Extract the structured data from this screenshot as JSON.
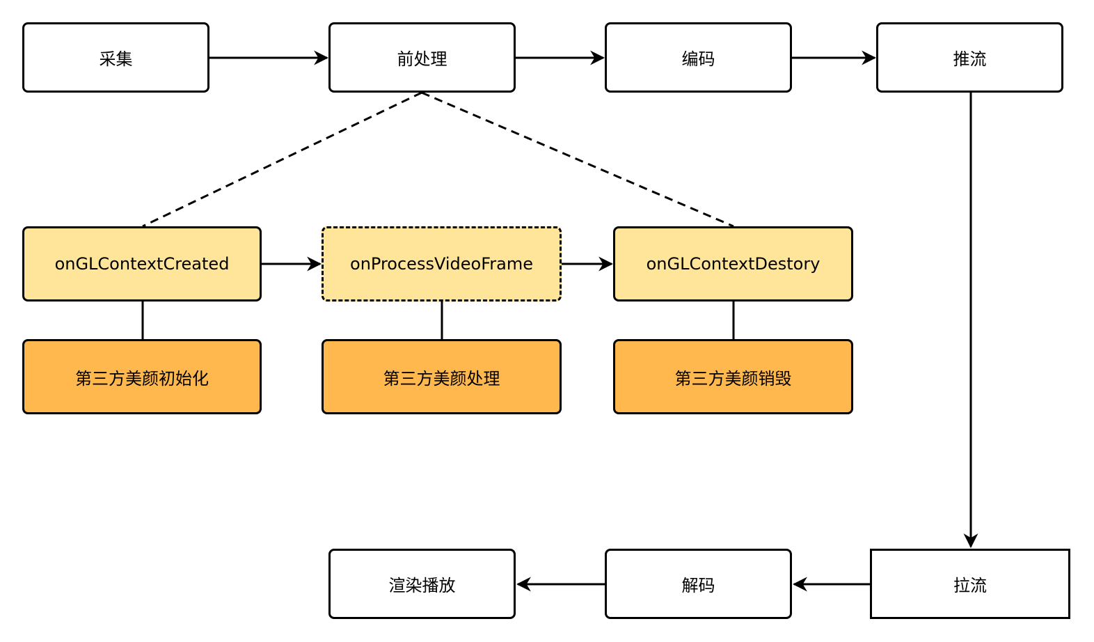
{
  "pipeline": {
    "capture": "采集",
    "preprocess": "前处理",
    "encode": "编码",
    "push_stream": "推流",
    "pull_stream": "拉流",
    "decode": "解码",
    "render_play": "渲染播放"
  },
  "hooks": {
    "context_created": "onGLContextCreated",
    "process_frame": "onProcessVideoFrame",
    "context_destroy": "onGLContextDestory"
  },
  "third_party": {
    "init": "第三方美颜初始化",
    "process": "第三方美颜处理",
    "destroy": "第三方美颜销毁"
  },
  "colors": {
    "hook_fill": "#ffe599",
    "impl_fill": "#ffb84d",
    "stroke": "#000000",
    "background": "#ffffff"
  }
}
